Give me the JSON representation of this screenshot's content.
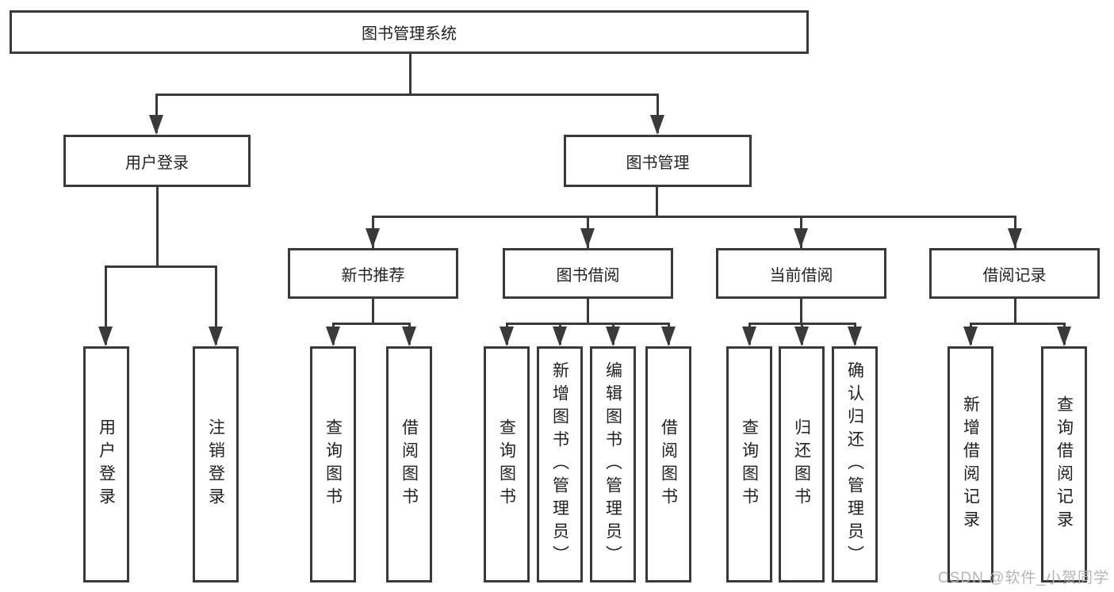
{
  "diagram": {
    "type": "tree",
    "root": "图书管理系统",
    "level2": [
      "用户登录",
      "图书管理"
    ],
    "level3": [
      "新书推荐",
      "图书借阅",
      "当前借阅",
      "借阅记录"
    ],
    "leaves_user_login": [
      "用户登录",
      "注销登录"
    ],
    "leaves_new_book": [
      "查询图书",
      "借阅图书"
    ],
    "leaves_book_borrow": [
      "查询图书",
      "新增图书（管理员）",
      "编辑图书（管理员）",
      "借阅图书"
    ],
    "leaves_current_borrow": [
      "查询图书",
      "归还图书",
      "确认归还（管理员）"
    ],
    "leaves_borrow_record": [
      "新增借阅记录",
      "查询借阅记录"
    ],
    "hierarchy": {
      "图书管理系统": {
        "用户登录": [
          "用户登录",
          "注销登录"
        ],
        "图书管理": {
          "新书推荐": [
            "查询图书",
            "借阅图书"
          ],
          "图书借阅": [
            "查询图书",
            "新增图书（管理员）",
            "编辑图书（管理员）",
            "借阅图书"
          ],
          "当前借阅": [
            "查询图书",
            "归还图书",
            "确认归还（管理员）"
          ],
          "借阅记录": [
            "新增借阅记录",
            "查询借阅记录"
          ]
        }
      }
    }
  },
  "watermark": "CSDN @软件_小贺同学",
  "colors": {
    "line": "#3a3a3a",
    "text": "#222222",
    "watermark": "#b5b5b5",
    "bg": "#ffffff"
  }
}
